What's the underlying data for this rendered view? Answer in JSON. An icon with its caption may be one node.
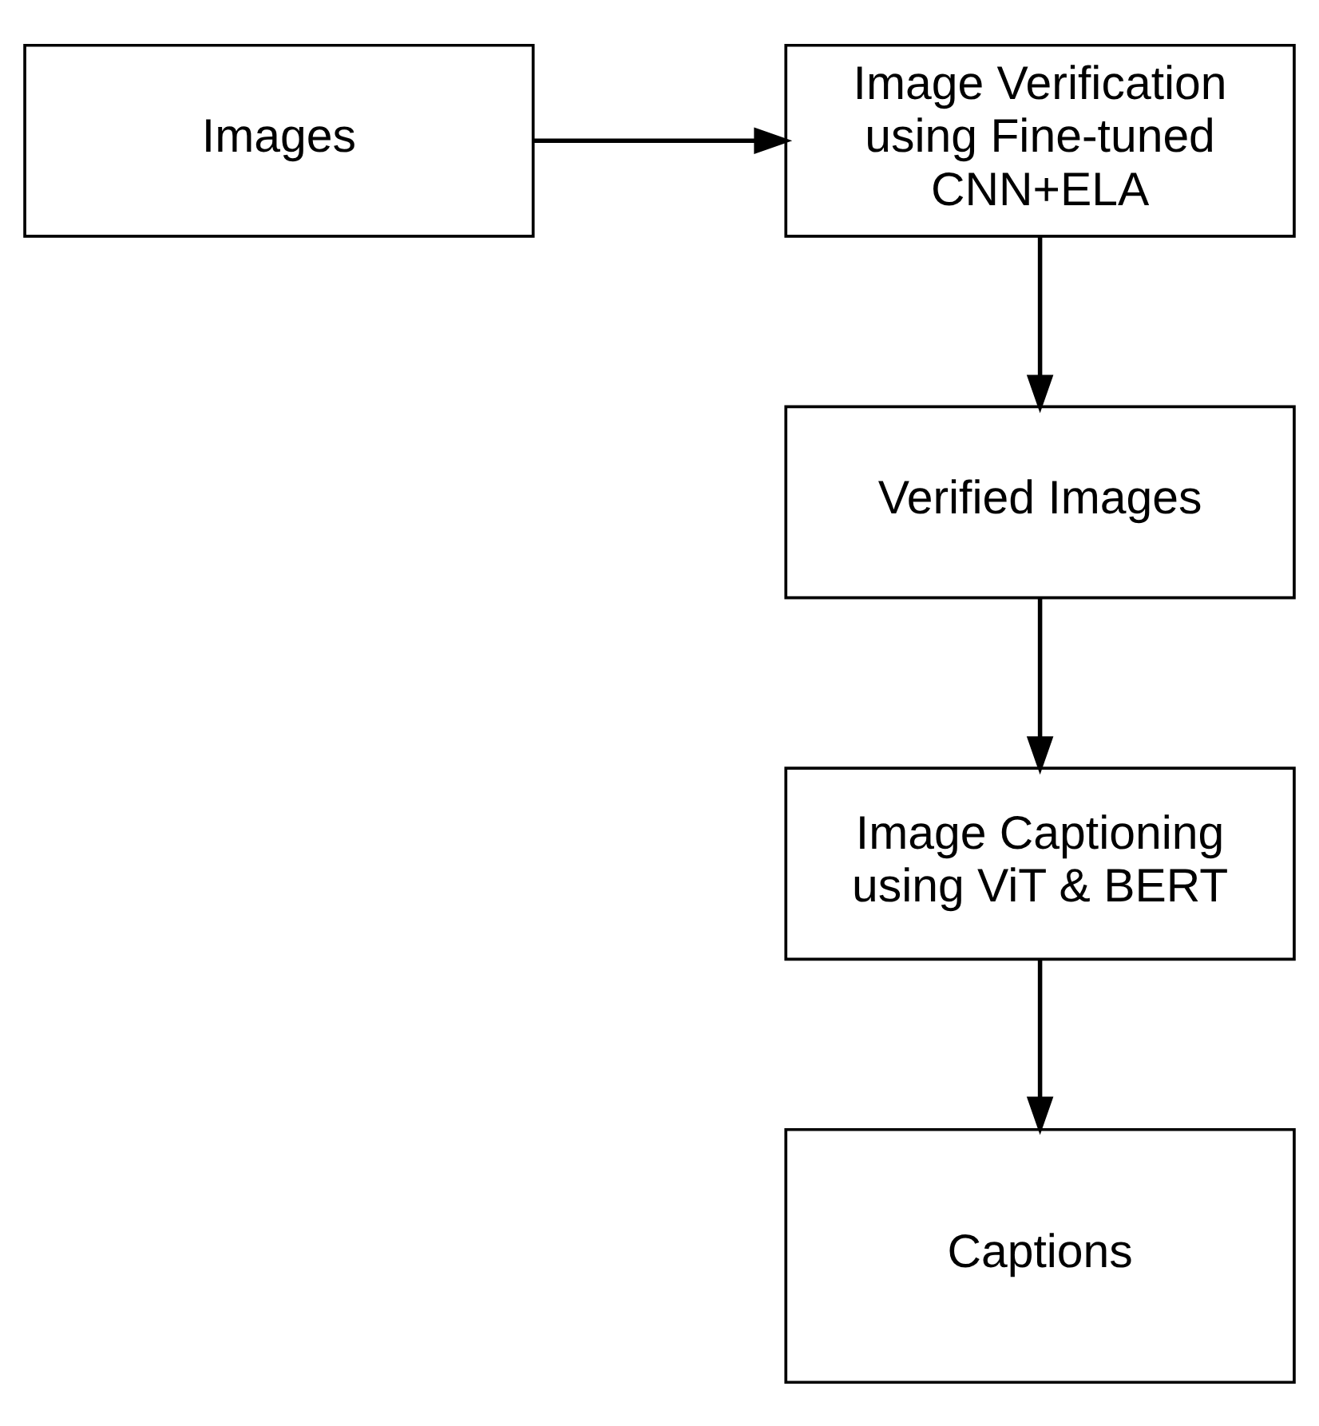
{
  "diagram": {
    "nodes": [
      {
        "text": [
          "Images"
        ]
      },
      {
        "text": [
          "Image Verification using Fine-tuned CNN+ELA"
        ]
      },
      {
        "text": [
          "Verified Images"
        ]
      },
      {
        "text": [
          "Image Captioning using ViT & BERT"
        ]
      },
      {
        "text": [
          "Captions"
        ]
      }
    ],
    "edges": [
      {
        "from": 0,
        "to": 1,
        "arrow": "to"
      },
      {
        "from": 1,
        "to": 2,
        "arrow": "to"
      },
      {
        "from": 2,
        "to": 3,
        "arrow": "to"
      },
      {
        "from": 3,
        "to": 4,
        "arrow": "to"
      }
    ]
  }
}
